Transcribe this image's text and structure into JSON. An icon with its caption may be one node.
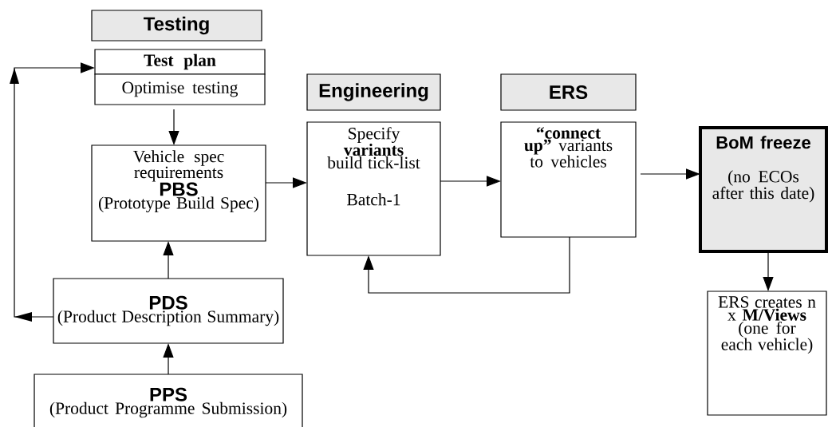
{
  "diagram": {
    "nodes": [
      {
        "text": [
          "Testing"
        ]
      },
      {
        "text": [
          "Test plan"
        ]
      },
      {
        "text": [
          "Optimise testing"
        ]
      },
      {
        "text": [
          "Engineering"
        ]
      },
      {
        "text": [
          "ERS"
        ]
      },
      {
        "text": [
          "Vehicle spec requirements",
          "PBS",
          "(Prototype Build Spec)"
        ]
      },
      {
        "text": [
          "Specify **variants** build tick-list",
          "Batch-1"
        ]
      },
      {
        "text": [
          "**“connect up”** variants to vehicles"
        ]
      },
      {
        "text": [
          "BoM freeze",
          "(no ECOs after this date)"
        ]
      },
      {
        "text": [
          "ERS creates n x **M/Views** (one for each vehicle)"
        ]
      },
      {
        "text": [
          "PDS",
          "(Product Description Summary)"
        ]
      },
      {
        "text": [
          "PPS",
          "(Product Programme Submission)"
        ]
      }
    ],
    "edges": [
      {
        "from": 2,
        "to": 5,
        "arrow": "to"
      },
      {
        "from": 5,
        "to": 6,
        "arrow": "to"
      },
      {
        "from": 6,
        "to": 7,
        "arrow": "to"
      },
      {
        "from": 7,
        "to": 8,
        "arrow": "to"
      },
      {
        "from": 8,
        "to": 9,
        "arrow": "to"
      },
      {
        "from": 7,
        "to": 6,
        "arrow": "to"
      },
      {
        "from": 10,
        "to": 5,
        "arrow": "to"
      },
      {
        "from": 11,
        "to": 10,
        "arrow": "to"
      },
      {
        "from": 10,
        "to": 1,
        "arrow": "to"
      }
    ]
  }
}
